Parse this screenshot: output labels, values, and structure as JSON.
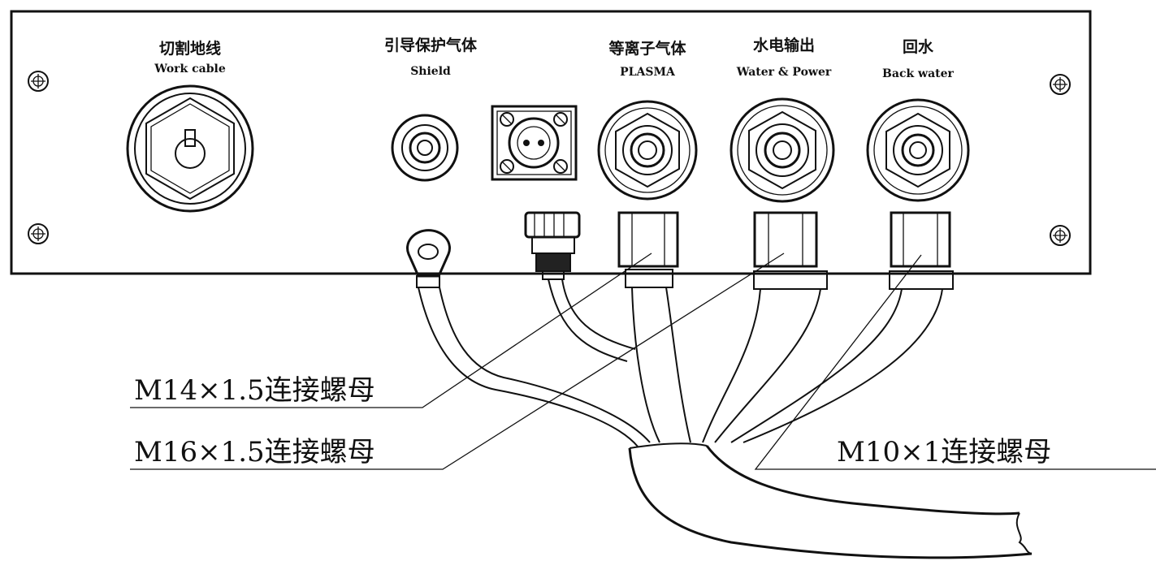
{
  "panel": {
    "ports": [
      {
        "cn": "切割地线",
        "en": "Work cable"
      },
      {
        "cn": "引导保护气体",
        "en": "Shield"
      },
      {
        "cn": "等离子气体",
        "en": "PLASMA"
      },
      {
        "cn": "水电输出",
        "en": "Water & Power"
      },
      {
        "cn": "回水",
        "en": "Back water"
      }
    ]
  },
  "callouts": {
    "m14": "M14×1.5连接螺母",
    "m16": "M16×1.5连接螺母",
    "m10": "M10×1连接螺母"
  }
}
